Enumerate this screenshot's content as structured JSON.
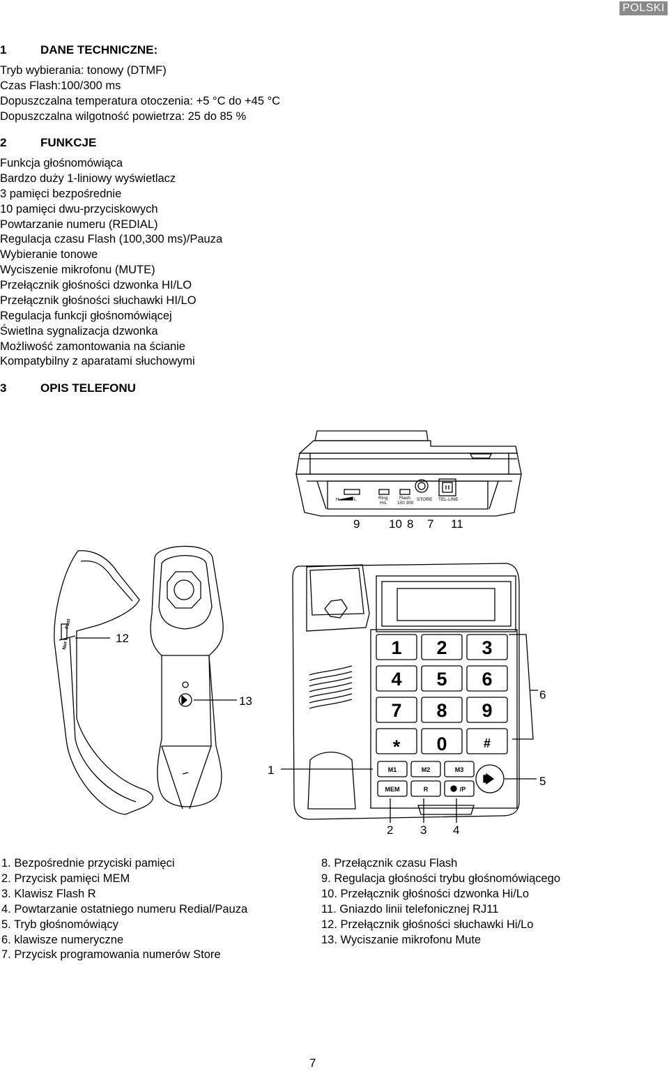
{
  "header": {
    "language": "POLSKI"
  },
  "sections": [
    {
      "num": "1",
      "title": "DANE TECHNICZNE:",
      "lines": [
        "Tryb wybierania: tonowy (DTMF)",
        "Czas Flash:100/300 ms",
        "Dopuszczalna temperatura otoczenia: +5 °C do +45 °C",
        "Dopuszczalna wilgotność  powietrza: 25 do 85 %"
      ]
    },
    {
      "num": "2",
      "title": "FUNKCJE",
      "lines": [
        "Funkcja głośnomówiąca",
        "Bardzo duży 1-liniowy wyświetlacz",
        "3 pamięci bezpośrednie",
        "10 pamięci dwu-przyciskowych",
        "Powtarzanie numeru (REDIAL)",
        "Regulacja czasu Flash (100,300 ms)/Pauza",
        "Wybieranie tonowe",
        "Wyciszenie mikrofonu (MUTE)",
        "Przełącznik głośności dzwonka HI/LO",
        "Przełącznik głośności słuchawki HI/LO",
        "Regulacja funkcji głośnomówiącej",
        "Świetlna sygnalizacja dzwonka",
        "Możliwość zamontowania na ścianie",
        "Kompatybilny z aparatami słuchowymi"
      ]
    },
    {
      "num": "3",
      "title": "OPIS TELEFONU",
      "lines": []
    }
  ],
  "figure": {
    "back_panel_labels": {
      "hl_h": "H",
      "hl_l": "L",
      "ring": "Ring",
      "ring_hl": "H/L",
      "flash": "Flash",
      "flash_vals": "100 300",
      "store": "STORE",
      "tel_line": "TEL-LINE"
    },
    "back_callouts": [
      "9",
      "10",
      "8",
      "7",
      "11"
    ],
    "handset_labels": {
      "nor": "Nor",
      "fast": "Fast"
    },
    "handset_callouts": [
      "12",
      "13"
    ],
    "keypad_keys": [
      "1",
      "2",
      "3",
      "4",
      "5",
      "6",
      "7",
      "8",
      "9",
      "*",
      "0",
      "#"
    ],
    "memory_keys": [
      "M1",
      "M2",
      "M3"
    ],
    "function_keys": [
      "MEM",
      "R",
      "/P"
    ],
    "front_callouts": [
      "1",
      "6",
      "5",
      "2",
      "3",
      "4"
    ]
  },
  "legend_left": [
    "1. Bezpośrednie przyciski pamięci",
    "2. Przycisk  pamięci MEM",
    "3. Klawisz Flash R",
    "4. Powtarzanie ostatniego numeru Redial/Pauza",
    "5. Tryb głośnomówiący",
    "6. klawisze numeryczne",
    "7. Przycisk programowania numerów Store"
  ],
  "legend_right": [
    "8. Przełącznik czasu Flash",
    "9. Regulacja głośności trybu głośnomówiącego",
    "10. Przełącznik głośności dzwonka Hi/Lo",
    "11. Gniazdo linii telefonicznej RJ11",
    "12. Przełącznik głośności słuchawki Hi/Lo",
    "13. Wyciszanie mikrofonu Mute"
  ],
  "footer": {
    "page_number": "7"
  }
}
